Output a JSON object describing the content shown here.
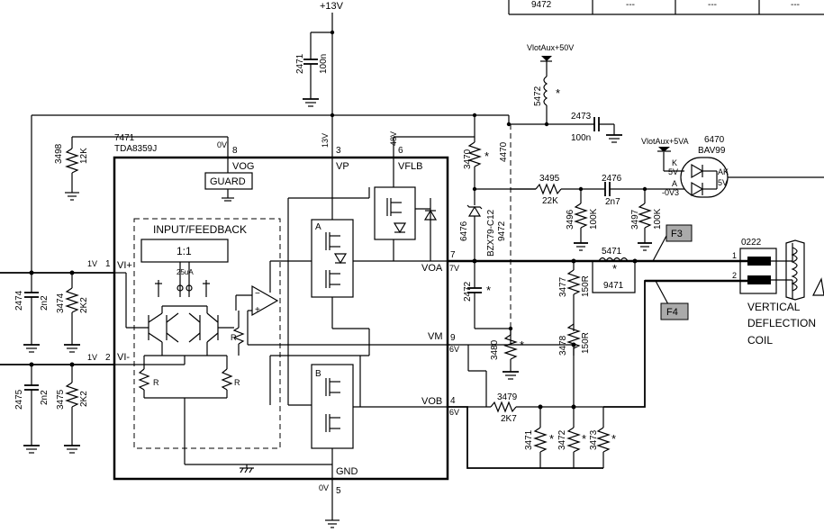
{
  "table": {
    "c1": "9472",
    "c2": "---",
    "c3": "---",
    "c4": "---"
  },
  "supply": {
    "v13": "+13V",
    "vlot50": "VlotAux+50V",
    "vlot5": "VlotAux+5VA"
  },
  "ic": {
    "ref": "7471",
    "part": "TDA8359J",
    "block": "INPUT/FEEDBACK",
    "ratio": "1:1",
    "guard": "GUARD",
    "cur": "25uA",
    "r": "R",
    "pins": {
      "vog": "VOG",
      "vp": "VP",
      "vflb": "VFLB",
      "vip": "VI+",
      "vim": "VI-",
      "voa": "VOA",
      "vm": "VM",
      "vob": "VOB",
      "gnd": "GND",
      "a": "A",
      "b": "B"
    },
    "pinnums": {
      "p8": "8",
      "p3": "3",
      "p6": "6",
      "p1": "1",
      "p2": "2",
      "p7": "7",
      "p9": "9",
      "p4": "4",
      "p5": "5"
    },
    "volts": {
      "v8": "0V",
      "v3": "13V",
      "v6": "48V",
      "v1": "1V",
      "v2": "1V",
      "v7": "7V",
      "v9": "6V",
      "v4": "6V",
      "v5": "0V"
    }
  },
  "comps": {
    "c2471": {
      "ref": "2471",
      "val": "100n"
    },
    "c2473": {
      "ref": "2473",
      "val": "100n"
    },
    "c2474": {
      "ref": "2474",
      "val": "2n2"
    },
    "c2475": {
      "ref": "2475",
      "val": "2n2"
    },
    "c2476": {
      "ref": "2476",
      "val": "2n7"
    },
    "c2472": {
      "ref": "2472",
      "star": "*"
    },
    "r3498": {
      "ref": "3498",
      "val": "12K"
    },
    "r3474": {
      "ref": "3474",
      "val": "2K2"
    },
    "r3475": {
      "ref": "3475",
      "val": "2K2"
    },
    "r3470": {
      "ref": "3470",
      "star": "*"
    },
    "r4470": {
      "ref": "4470"
    },
    "r3495": {
      "ref": "3495",
      "val": "22K"
    },
    "r3496": {
      "ref": "3496",
      "val": "100K"
    },
    "r3497": {
      "ref": "3497",
      "val": "100K"
    },
    "r3477": {
      "ref": "3477",
      "val": "150R"
    },
    "r3478": {
      "ref": "3478",
      "val": "150R"
    },
    "r3480": {
      "ref": "3480",
      "star": "*"
    },
    "r3479": {
      "ref": "3479",
      "val": "2K7"
    },
    "r3471": {
      "ref": "3471",
      "star": "*"
    },
    "r3472": {
      "ref": "3472",
      "star": "*"
    },
    "r3473": {
      "ref": "3473",
      "star": "*"
    },
    "l5472": {
      "ref": "5472",
      "star": "*"
    },
    "l5471": {
      "ref": "5471",
      "star": "*"
    },
    "j9471": {
      "ref": "9471"
    },
    "z6476": {
      "ref": "6476",
      "val": "BZX79-C12",
      "alt": "9472"
    },
    "d6470": {
      "ref": "6470",
      "val": "BAV99",
      "k": "K",
      "a": "A",
      "ak": "AK",
      "vk": "5V",
      "va": "-0V3",
      "vak": "5V"
    },
    "conn": {
      "ref": "0222",
      "p1": "1",
      "p2": "2"
    }
  },
  "flags": {
    "f3": "F3",
    "f4": "F4"
  },
  "coil": {
    "l1": "VERTICAL",
    "l2": "DEFLECTION",
    "l3": "COIL"
  }
}
